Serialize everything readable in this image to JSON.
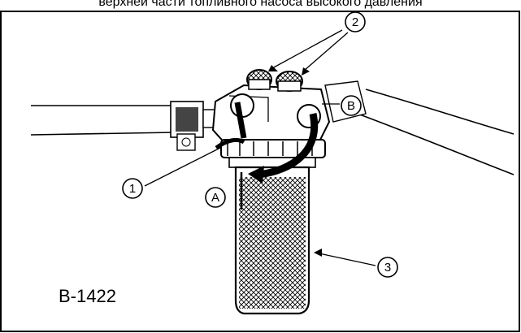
{
  "caption_top": "верхней части топливного насоса высокого давления",
  "figure_code": "B-1422",
  "callouts": {
    "c1": "1",
    "c2": "2",
    "c3": "3"
  },
  "flow_labels": {
    "a": "A",
    "b": "B"
  }
}
